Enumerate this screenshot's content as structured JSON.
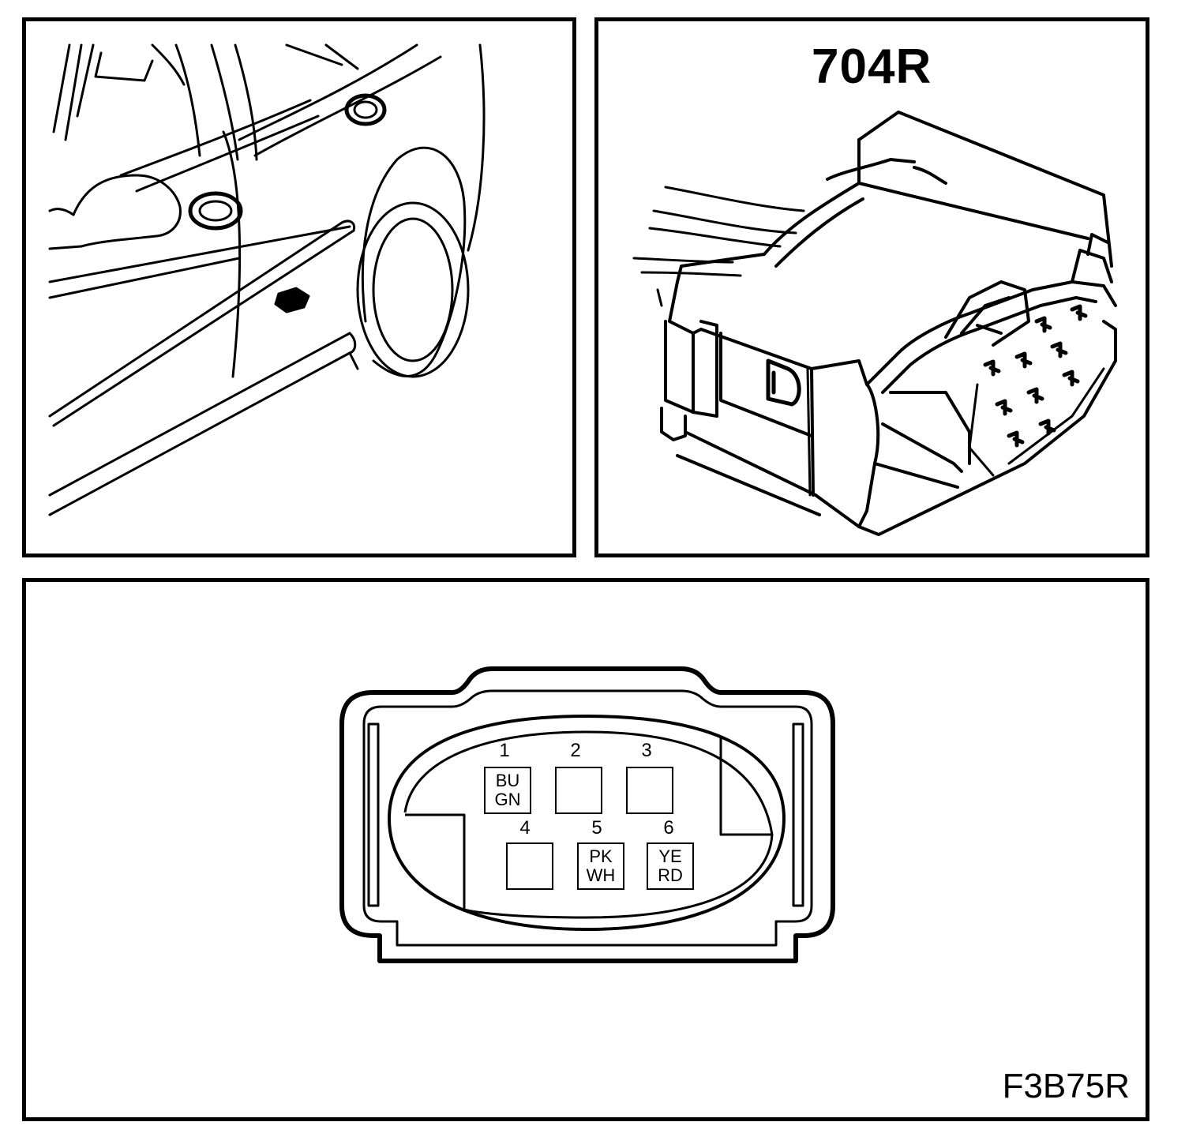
{
  "connector": {
    "id": "704R"
  },
  "figure": {
    "code": "F3B75R"
  },
  "pins": [
    {
      "number": "1",
      "wire_color_1": "BU",
      "wire_color_2": "GN"
    },
    {
      "number": "2",
      "wire_color_1": "",
      "wire_color_2": ""
    },
    {
      "number": "3",
      "wire_color_1": "",
      "wire_color_2": ""
    },
    {
      "number": "4",
      "wire_color_1": "",
      "wire_color_2": ""
    },
    {
      "number": "5",
      "wire_color_1": "PK",
      "wire_color_2": "WH"
    },
    {
      "number": "6",
      "wire_color_1": "YE",
      "wire_color_2": "RD"
    }
  ]
}
